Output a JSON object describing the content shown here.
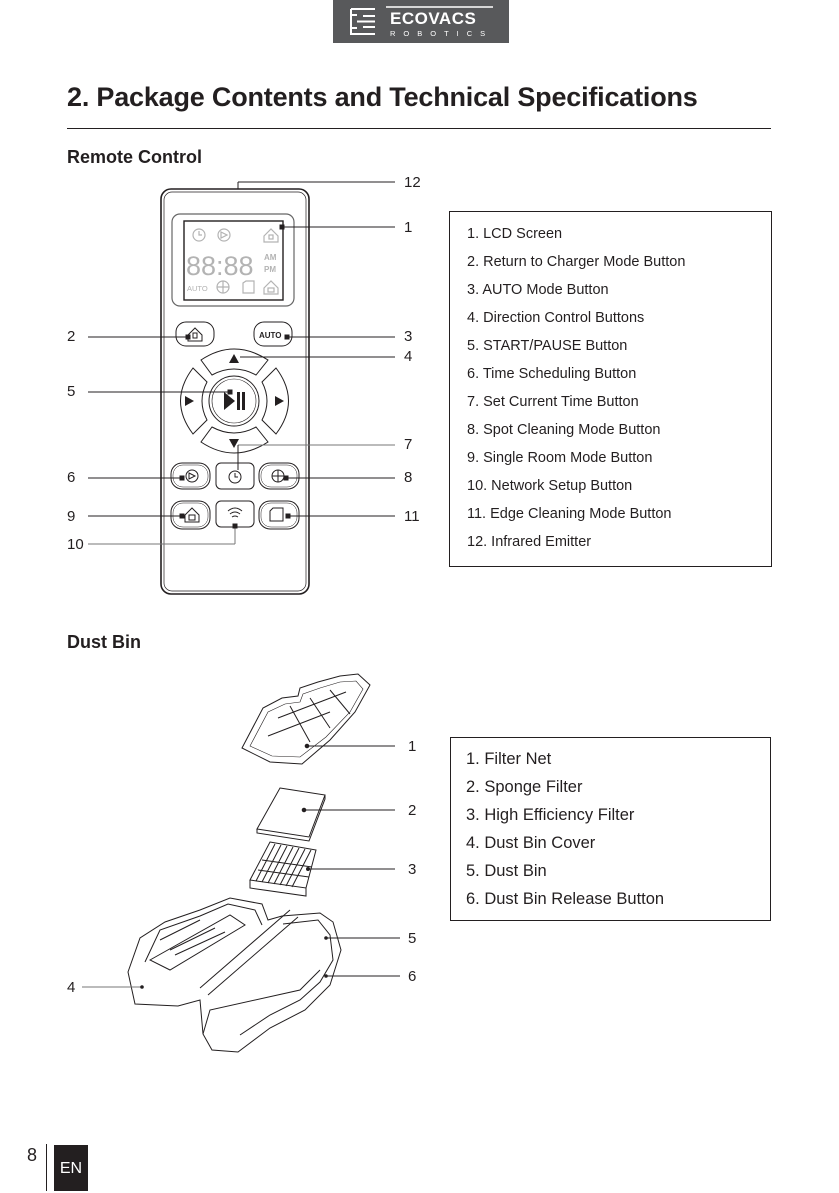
{
  "header": {
    "brand_name": "ECOVACS",
    "brand_sub": "ROBOTICS",
    "logo_icon": "ecovacs-e-logo"
  },
  "page": {
    "title": "2. Package Contents and Technical Specifications"
  },
  "remote_control": {
    "section_title": "Remote Control",
    "lcd_display": {
      "digits": "88:88",
      "am": "AM",
      "pm": "PM",
      "auto": "AUTO"
    },
    "button_auto_label": "AUTO",
    "callouts": [
      "1",
      "2",
      "3",
      "4",
      "5",
      "6",
      "7",
      "8",
      "9",
      "10",
      "11",
      "12"
    ],
    "legend": [
      "1. LCD Screen",
      "2. Return to Charger Mode Button",
      "3. AUTO Mode Button",
      "4. Direction Control Buttons",
      "5. START/PAUSE Button",
      "6. Time Scheduling Button",
      "7. Set Current Time Button",
      "8. Spot Cleaning Mode Button",
      "9. Single Room Mode Button",
      "10. Network Setup Button",
      "11. Edge Cleaning Mode Button",
      "12. Infrared Emitter"
    ],
    "icons": [
      "clock-icon",
      "scheduling-icon",
      "home-charger-icon",
      "spot-crosshair-icon",
      "edge-square-icon",
      "single-room-house-icon",
      "wifi-icon",
      "play-pause-icon",
      "arrow-up-icon",
      "arrow-down-icon",
      "arrow-left-icon",
      "arrow-right-icon"
    ]
  },
  "dust_bin": {
    "section_title": "Dust Bin",
    "callouts": [
      "1",
      "2",
      "3",
      "4",
      "5",
      "6"
    ],
    "legend": [
      "1. Filter Net",
      "2. Sponge Filter",
      "3. High Efficiency Filter",
      "4. Dust Bin Cover",
      "5. Dust Bin",
      "6. Dust Bin Release Button"
    ]
  },
  "footer": {
    "page_number": "8",
    "language": "EN"
  },
  "colors": {
    "text": "#231f20",
    "logo_bg": "#58595b",
    "lcd_segment": "#b3b3b3"
  }
}
